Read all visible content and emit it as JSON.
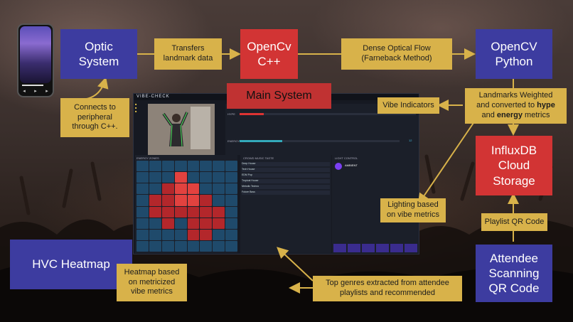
{
  "nodes": {
    "optic_system": "Optic\nSystem",
    "opencv_cpp": "OpenCv\nC++",
    "opencv_python": "OpenCV\nPython",
    "influxdb": "InfluxDB\nCloud\nStorage",
    "attendee_scanning": "Attendee\nScanning\nQR Code",
    "hvc_heatmap": "HVC Heatmap",
    "main_system": "Main System"
  },
  "labels": {
    "transfers": "Transfers\nlandmark data",
    "dense_flow": "Dense Optical Flow\n(Farneback Method)",
    "connects": "Connects to\nperipheral\nthrough C++.",
    "vibe_indicators": "Vibe Indicators",
    "landmarks_pre": "Landmarks Weighted\nand converted to ",
    "landmarks_hype": "hype",
    "landmarks_and": "\nand ",
    "landmarks_energy": "energy",
    "landmarks_post": " metrics",
    "lighting": "Lighting based\non vibe metrics",
    "playlist_qr": "Playlist QR Code",
    "heatmap_based": "Heatmap based\non metricized\nvibe metrics",
    "top_genres": "Top genres extracted from attendee\nplaylists and recommended"
  },
  "dashboard": {
    "brand": "VIBE-CHECK",
    "meter_hype": "HYPE",
    "meter_energy": "ENERGY",
    "energy_value": "12",
    "panel_energy": "ENERGY ZONES",
    "panel_tracks": "CROWD MUSIC TASTE",
    "panel_light": "LIGHT CONTROL",
    "light_mode": "AMBIENT",
    "tracks": [
      "Deep House",
      "Tech House",
      "EDM Pop",
      "Tropical House",
      "Melodic Techno",
      "Future Bass"
    ]
  },
  "colors": {
    "blue_node": "#3d3ca0",
    "red_node": "#d23434",
    "yellow_label": "#d8b24a"
  }
}
